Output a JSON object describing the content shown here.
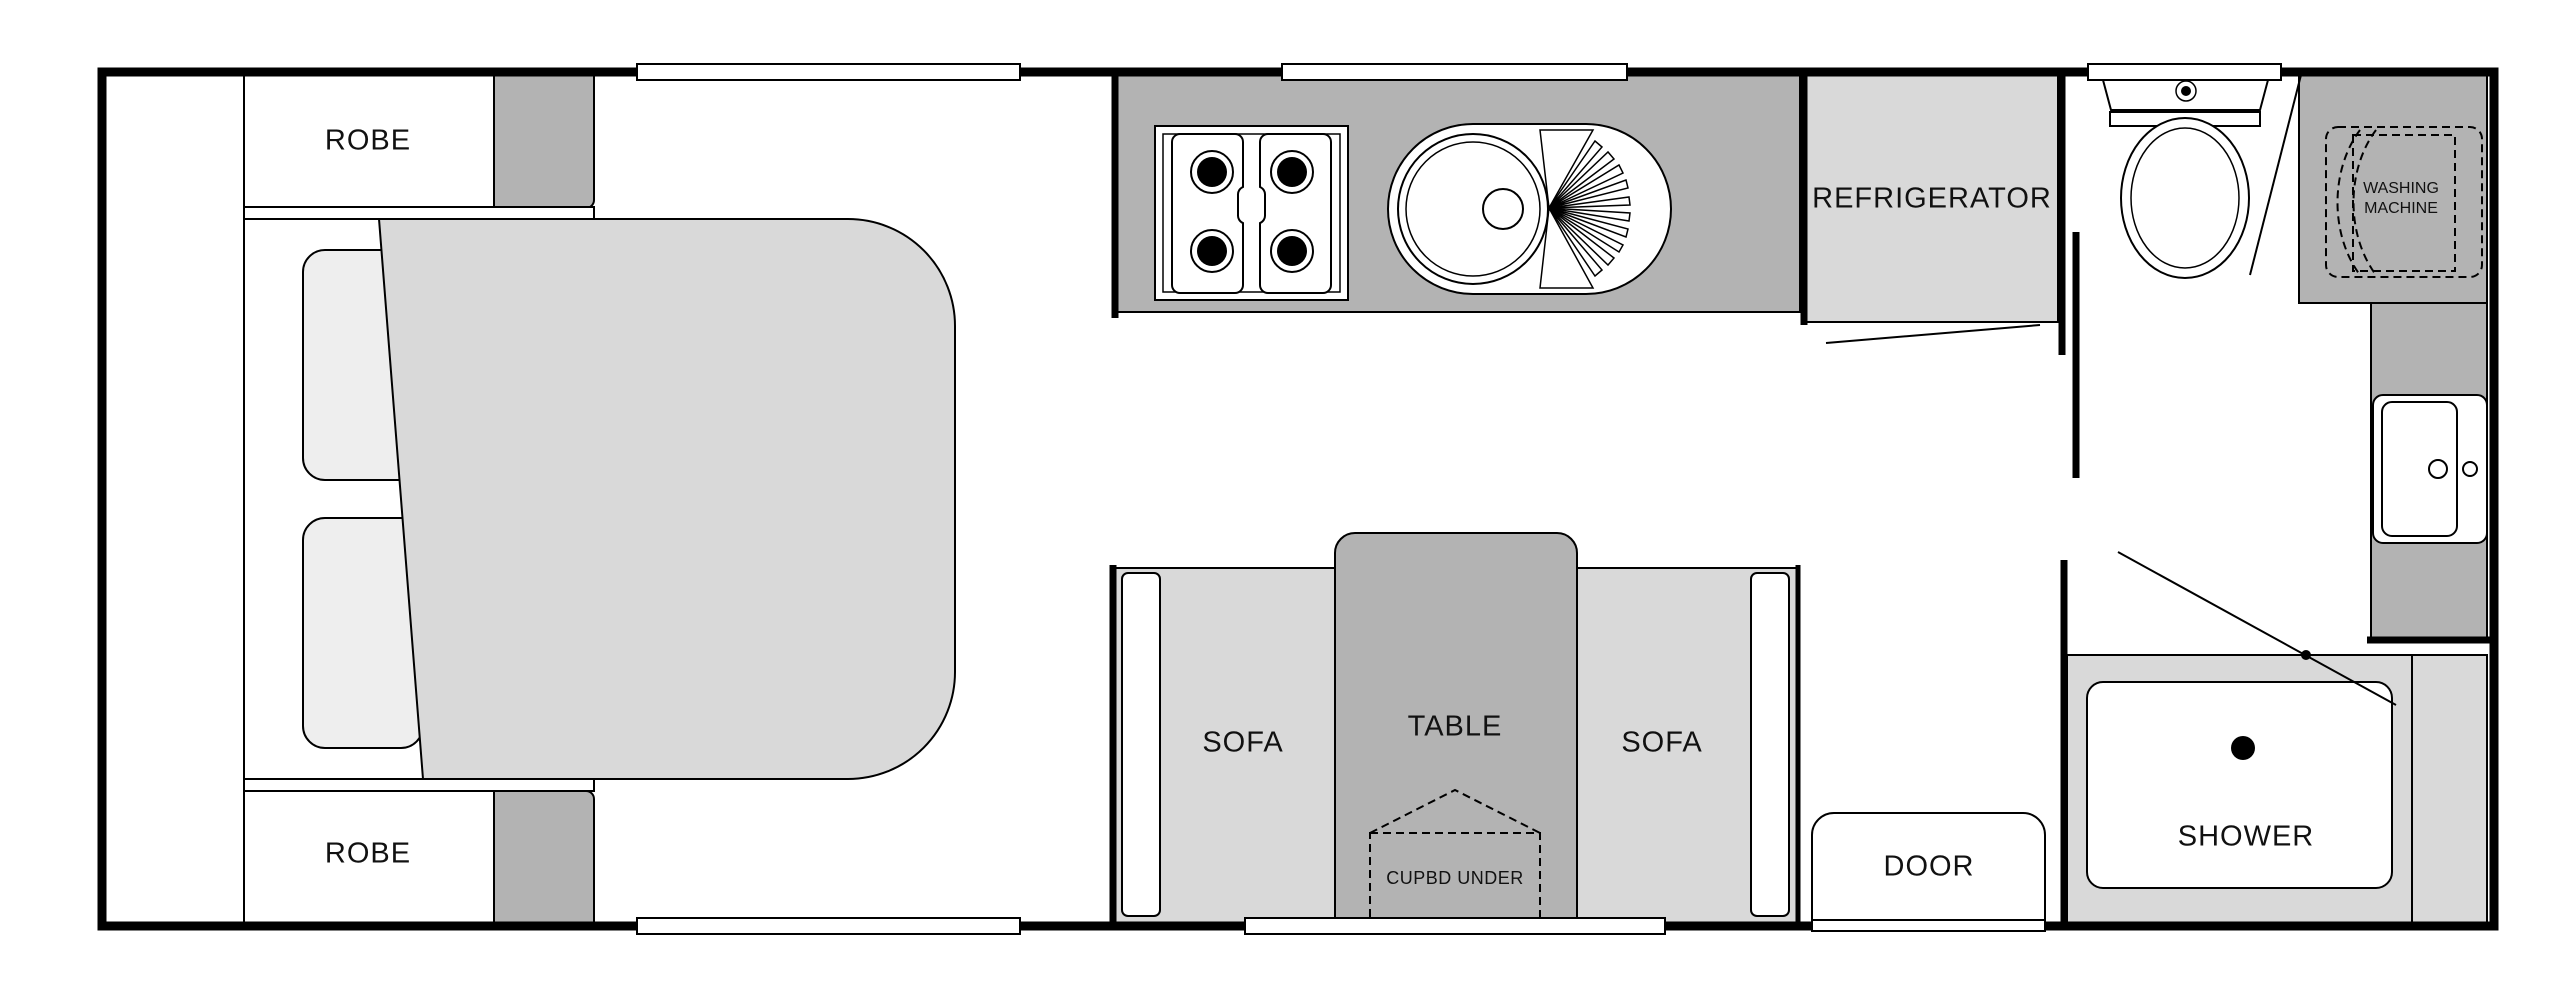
{
  "labels": {
    "robe_top": "ROBE",
    "robe_bottom": "ROBE",
    "refrigerator": "REFRIGERATOR",
    "washing_machine_1": "WASHING",
    "washing_machine_2": "MACHINE",
    "sofa_left": "SOFA",
    "table": "TABLE",
    "sofa_right": "SOFA",
    "cupboard": "CUPBD UNDER",
    "door": "DOOR",
    "shower": "SHOWER"
  },
  "colors": {
    "wall": "#000000",
    "bench_dark": "#b3b3b3",
    "furniture_light": "#d9d9d9",
    "pillow": "#eeeeee",
    "background": "#ffffff"
  }
}
